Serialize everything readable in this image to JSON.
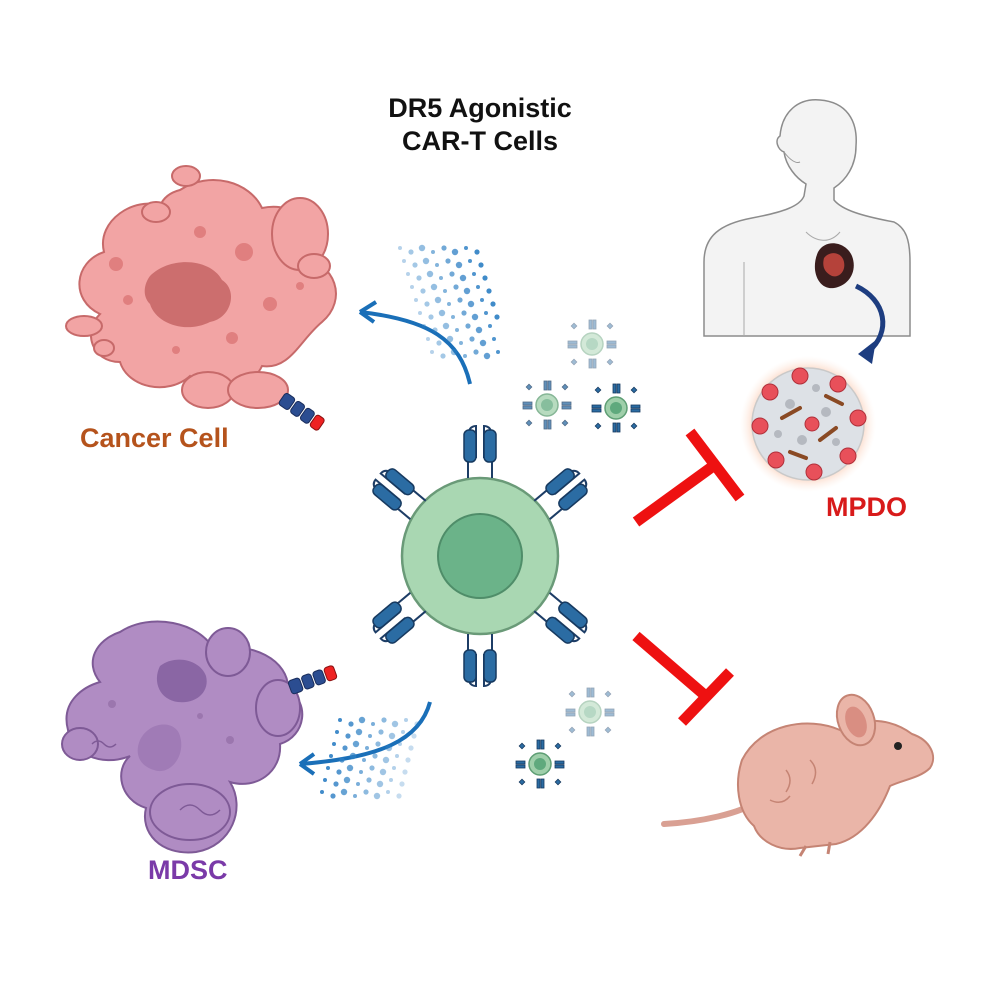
{
  "title": {
    "line1": "DR5 Agonistic",
    "line2": "CAR-T Cells"
  },
  "labels": {
    "cancer_cell": "Cancer Cell",
    "mdsc": "MDSC",
    "mpdo": "MPDO"
  },
  "colors": {
    "cancer_label": "#b5531c",
    "mdsc_label": "#7a3aa8",
    "mpdo_label": "#d81a1a",
    "inhibit": "#ee1111",
    "arrow": "#1a6fb8",
    "car_t_cell": "#a9d7b2",
    "car_t_nucleus": "#6bb389",
    "receptor": "#2b6ca3",
    "cancer_cell": "#f0a0a0",
    "mdsc_cell": "#b48fc4",
    "mouse": "#e9b4a8",
    "organoid": "#d9dde3"
  },
  "icons": [
    "car-t-cell-icon",
    "cancer-cell-icon",
    "mdsc-icon",
    "human-patient-icon",
    "organoid-icon",
    "mouse-icon",
    "inhibition-icon",
    "cytokine-release-icon"
  ]
}
